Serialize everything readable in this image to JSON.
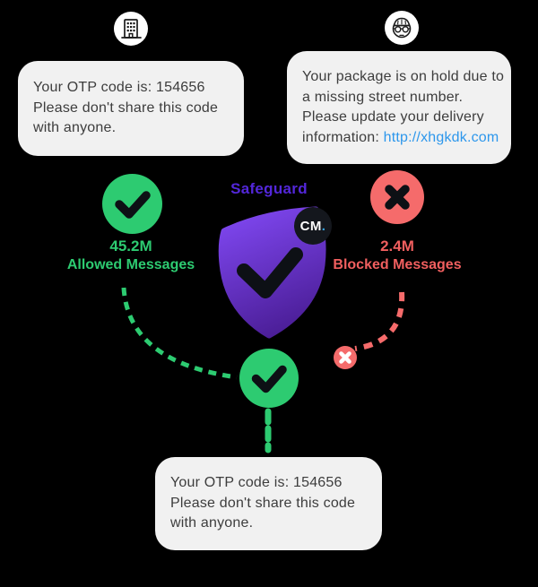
{
  "theme": {
    "background": "#000000",
    "bubble_bg": "#f1f1f1",
    "bubble_text": "#3d3d3d",
    "green": "#2dcb71",
    "red": "#f56b6b",
    "red_text": "#f15f5f",
    "purple": "#5327da",
    "link_blue": "#2d97ec",
    "badge_bg": "#14171d",
    "badge_dot_blue": "#35a2dd",
    "shield_gradient_top": "#7f47f0",
    "shield_gradient_bottom": "#4b1e97",
    "checkmark_dark": "#0d1015"
  },
  "icons": {
    "legit_sender": "building-icon",
    "scam_sender": "burglar-icon",
    "allowed": "check-icon",
    "blocked": "x-icon",
    "shield": "shield-check-icon",
    "delivered": "check-icon",
    "stopped": "x-icon"
  },
  "bubbles": {
    "otp_top": {
      "lines": [
        "Your OTP code is: 154656",
        "Please don't share this code",
        "with anyone."
      ]
    },
    "scam": {
      "lines": [
        "Your package is on hold due to",
        "a missing street number.",
        "Please update your delivery"
      ],
      "last_line_prefix": "information: ",
      "link": "http://xhgkdk.com"
    },
    "otp_bottom": {
      "lines": [
        "Your OTP code is: 154656",
        "Please don't share this code",
        "with anyone."
      ]
    }
  },
  "safeguard": {
    "title": "Safeguard",
    "brand": "CM",
    "brand_dot": "."
  },
  "stats": {
    "allowed": {
      "value": "45.2M",
      "label": "Allowed Messages"
    },
    "blocked": {
      "value": "2.4M",
      "label": "Blocked Messages"
    }
  }
}
